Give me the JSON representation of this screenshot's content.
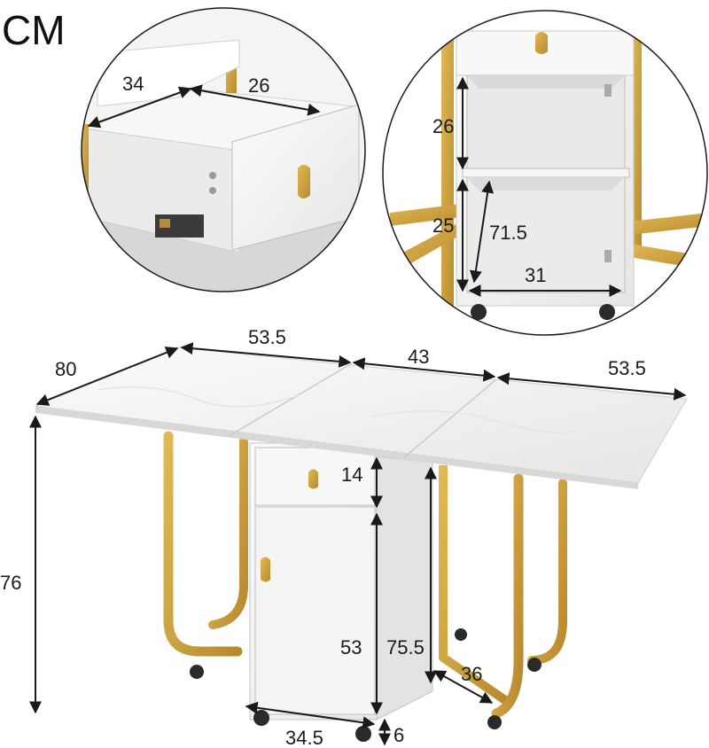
{
  "unit_label": "CM",
  "colors": {
    "gold": "#c9a043",
    "gold_dark": "#a97f2a",
    "marble": "#f2f2f0",
    "marble_shade": "#dcdcda",
    "dimension_line": "#1a1a1a",
    "caster": "#2a2a2a"
  },
  "drawer_detail": {
    "width": "34",
    "depth": "26"
  },
  "cabinet_detail": {
    "drawer_height": "26",
    "shelf_height": "25",
    "shelf_diagonal": "71.5",
    "shelf_width": "31"
  },
  "table": {
    "depth": "80",
    "left_leaf": "53.5",
    "center": "43",
    "right_leaf": "53.5",
    "height": "76",
    "drawer_front_height": "14",
    "cabinet_door_height": "53",
    "cabinet_diagonal": "75.5",
    "cabinet_depth": "36",
    "cabinet_width": "34.5",
    "caster_height": "6"
  }
}
